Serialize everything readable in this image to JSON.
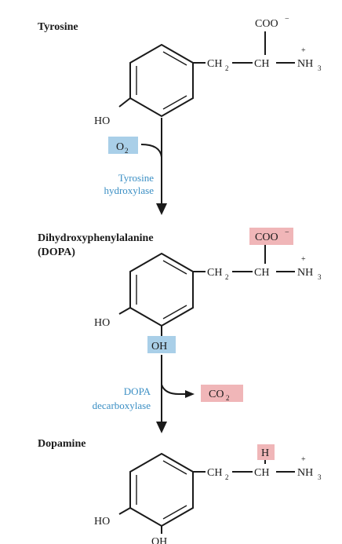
{
  "molecules": {
    "tyrosine": {
      "name": "Tyrosine"
    },
    "dopa": {
      "name_line1": "Dihydroxyphenylalanine",
      "name_line2": "(DOPA)"
    },
    "dopamine": {
      "name": "Dopamine"
    }
  },
  "groups": {
    "ch2": "CH",
    "ch2_sub": "2",
    "ch": "CH",
    "nh3": "NH",
    "nh3_sub": "3",
    "plus": "+",
    "coo": "COO",
    "minus": "−",
    "ho": "HO",
    "oh": "OH",
    "h": "H"
  },
  "reactions": {
    "step1": {
      "reactant": "O",
      "reactant_sub": "2",
      "enzyme_line1": "Tyrosine",
      "enzyme_line2": "hydroxylase"
    },
    "step2": {
      "product": "CO",
      "product_sub": "2",
      "enzyme_line1": "DOPA",
      "enzyme_line2": "decarboxylase"
    }
  },
  "colors": {
    "highlight_blue": "#a9cfe8",
    "highlight_red": "#f0b6b8",
    "enzyme_text": "#3b8fc4"
  }
}
